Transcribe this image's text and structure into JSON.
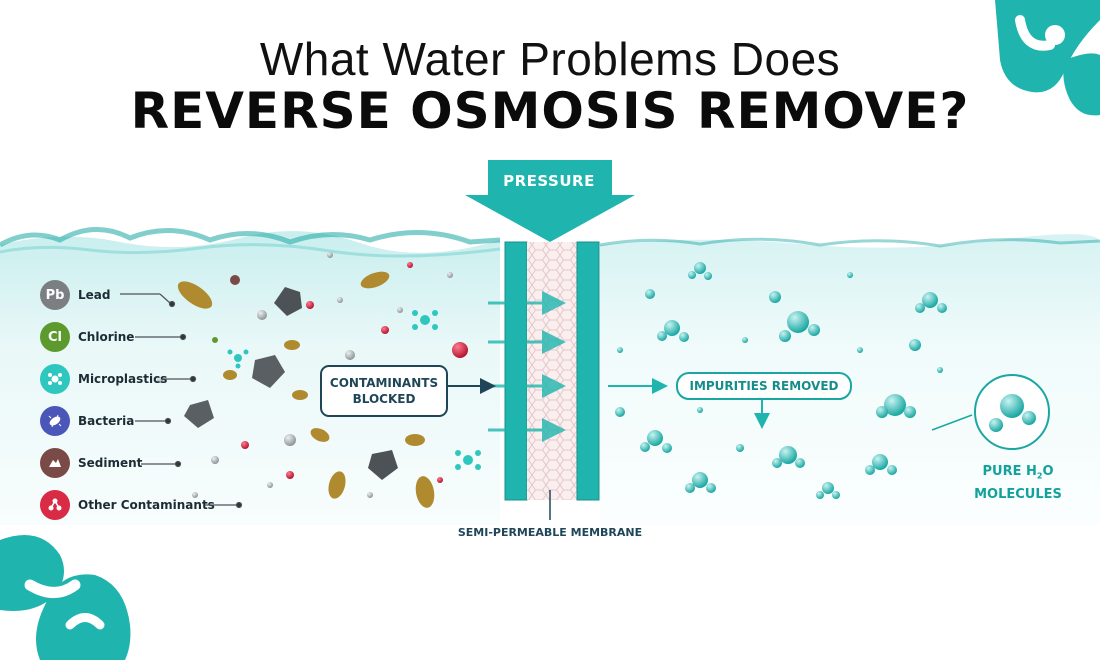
{
  "header": {
    "title_line1": "What Water Problems Does",
    "title_line2": "REVERSE OSMOSIS REMOVE?"
  },
  "legend": [
    {
      "symbol": "Pb",
      "label": "Lead",
      "color": "#7c7f82",
      "icon": "lead-icon"
    },
    {
      "symbol": "Cl",
      "label": "Chlorine",
      "color": "#5c9a2e",
      "icon": "chlorine-icon"
    },
    {
      "symbol": "",
      "label": "Microplastics",
      "color": "#2ec7c0",
      "icon": "microplastics-icon"
    },
    {
      "symbol": "",
      "label": "Bacteria",
      "color": "#4a56b8",
      "icon": "bacteria-icon"
    },
    {
      "symbol": "",
      "label": "Sediment",
      "color": "#7a4a46",
      "icon": "sediment-icon"
    },
    {
      "symbol": "",
      "label": "Other Contaminants",
      "color": "#d92b45",
      "icon": "other-contaminants-icon"
    }
  ],
  "diagram": {
    "pressure_label": "PRESSURE",
    "blocked_line1": "CONTAMINANTS",
    "blocked_line2": "BLOCKED",
    "removed_label": "IMPURITIES REMOVED",
    "membrane_label": "SEMI-PERMEABLE MEMBRANE",
    "pure_line1_prefix": "PURE H",
    "pure_sub": "2",
    "pure_line1_suffix": "O",
    "pure_line2": "MOLECULES"
  },
  "colors": {
    "teal": "#1fb5ae",
    "teal_dark": "#13a19c",
    "navy": "#1f4658",
    "water_light": "#e9f7f7"
  }
}
